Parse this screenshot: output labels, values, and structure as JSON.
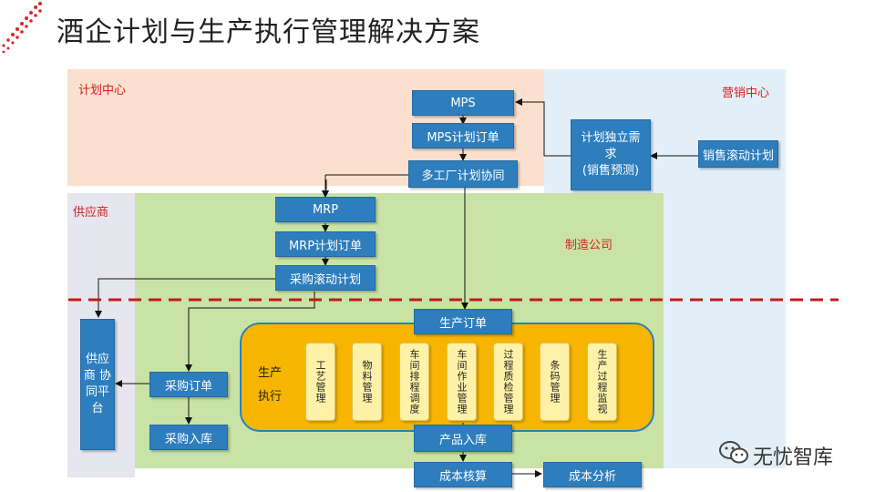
{
  "title": "酒企计划与生产执行管理解决方案",
  "regions": {
    "plan_center": "计划中心",
    "marketing_center": "营销中心",
    "supplier": "供应商",
    "manufacturing": "制造公司"
  },
  "nodes": {
    "mps": "MPS",
    "mps_order": "MPS计划订单",
    "multi_factory": "多工厂计划协同",
    "independent_demand": "计划独立需求\n(销售预测)",
    "sales_rolling": "销售滚动计划",
    "mrp": "MRP",
    "mrp_order": "MRP计划订单",
    "purchase_rolling": "采购滚动计划",
    "production_order": "生产订单",
    "supplier_platform": "供应\n商 协\n同平\n台",
    "purchase_order": "采购订单",
    "purchase_inbound": "采购入库",
    "product_inbound": "产品入库",
    "cost_accounting": "成本核算",
    "cost_analysis": "成本分析"
  },
  "execution": {
    "label_line1": "生产",
    "label_line2": "执行",
    "items": [
      "工艺管理",
      "物料管理",
      "车间排程调度",
      "车间作业管理",
      "过程质检管理",
      "条码管理",
      "生产过程监视"
    ]
  },
  "watermark": "无忧智库",
  "colors": {
    "plan_bg": "#fbe0cf",
    "marketing_bg": "#e3eff8",
    "supplier_bg": "#e6e6ee",
    "manufacturing_bg": "#c9e3a6",
    "node_blue": "#2e7ebd",
    "execution_orange": "#f7b500",
    "dash_red": "#c41a1a"
  }
}
